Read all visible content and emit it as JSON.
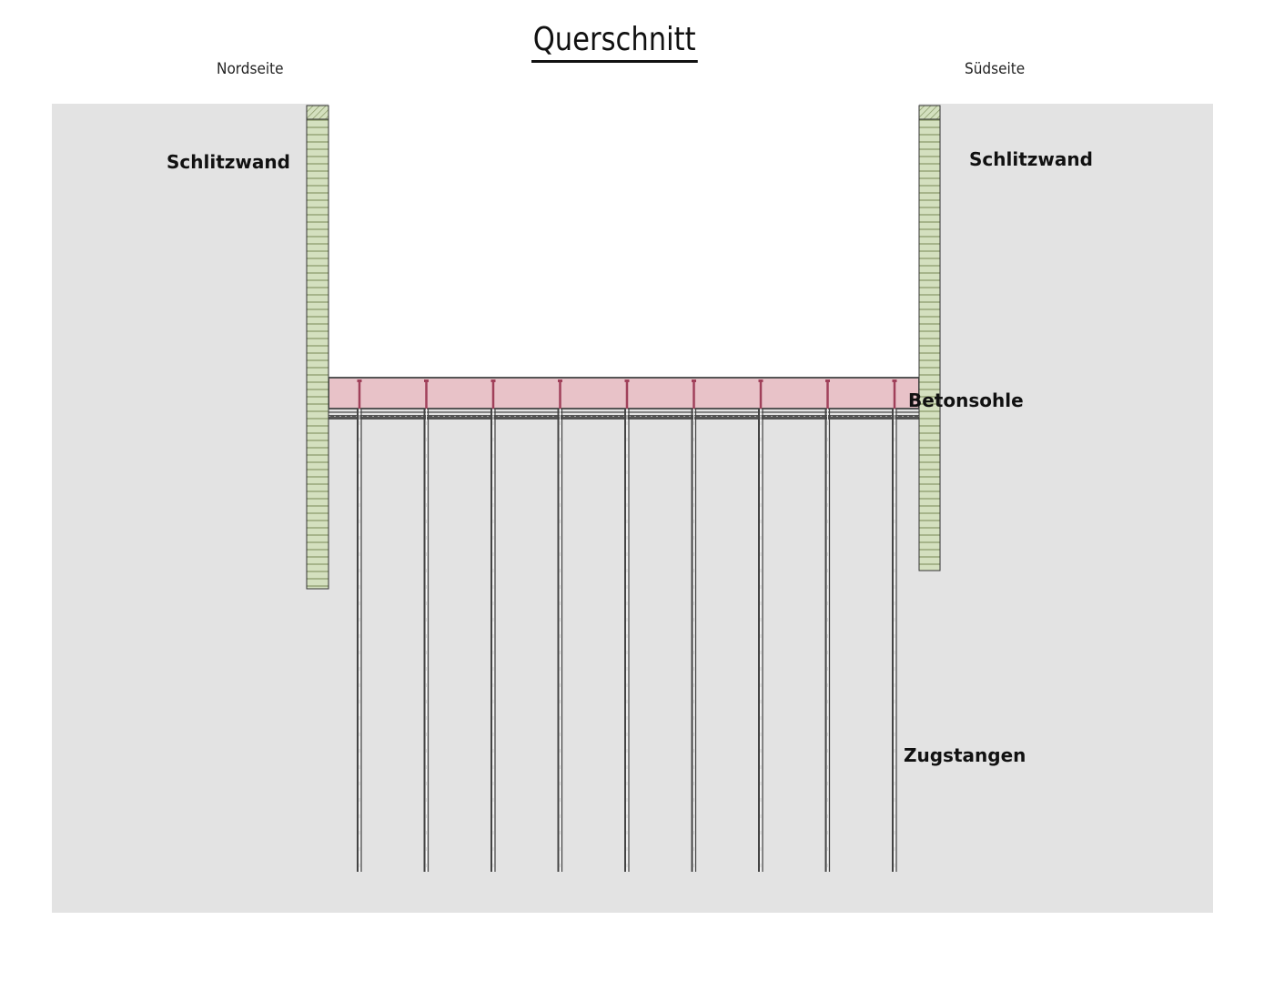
{
  "title": "Querschnitt",
  "labels": {
    "north_side": "Nordseite",
    "south_side": "Südseite",
    "wall_left": "Schlitzwand",
    "wall_right": "Schlitzwand",
    "slab": "Betonsohle",
    "rods": "Zugstangen"
  },
  "colors": {
    "soil": "#e3e3e3",
    "wall": "#d4e0bf",
    "slab": "#e8c2c8",
    "rod_head": "#a0405a",
    "rod": "#444444"
  },
  "rod_count": 9
}
